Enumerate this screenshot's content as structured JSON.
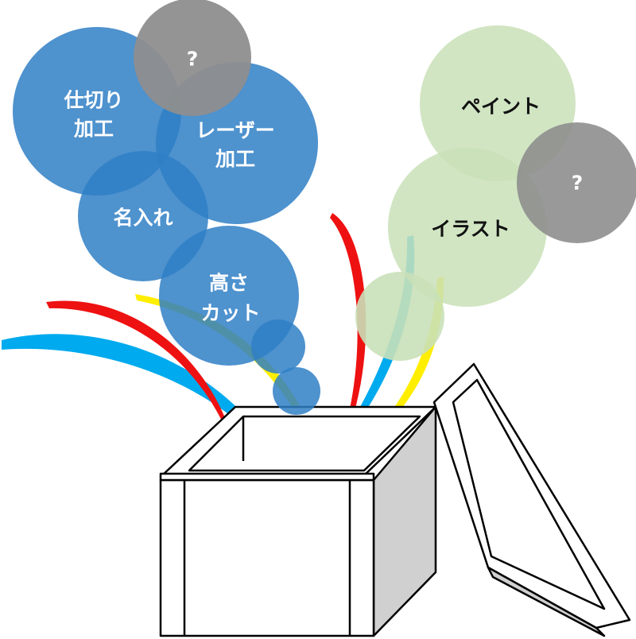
{
  "colors": {
    "blue_circle": "#2f7fc6",
    "gray_circle": "#999999",
    "green_circle": "#c9e0b8",
    "ribbon_red": "#ee1111",
    "ribbon_blue": "#00aaee",
    "ribbon_yellow": "#ffee00",
    "box_side": "#d0d0d0",
    "outline": "#000000"
  },
  "processing_bubbles": {
    "partition": {
      "line1": "仕切り",
      "line2": "加工"
    },
    "laser": {
      "line1": "レーザー",
      "line2": "加工"
    },
    "name": {
      "line1": "名入れ"
    },
    "height_cut": {
      "line1": "高さ",
      "line2": "カット"
    },
    "unknown": {
      "label": "?"
    }
  },
  "design_bubbles": {
    "paint": {
      "label": "ペイント"
    },
    "illust": {
      "label": "イラスト"
    },
    "unknown": {
      "label": "?"
    }
  }
}
